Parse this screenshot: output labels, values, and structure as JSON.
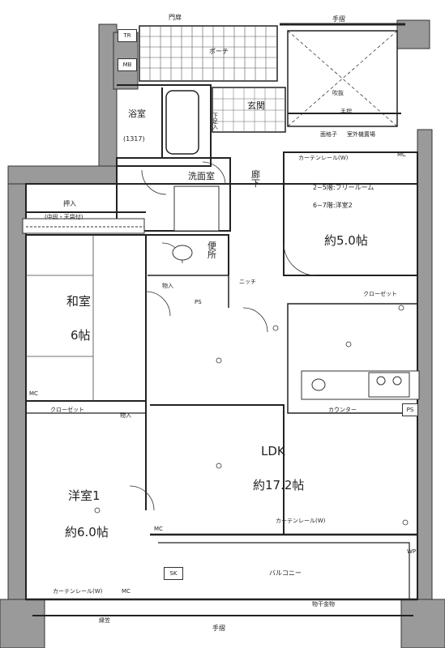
{
  "labels": {
    "mon": "門扉",
    "porch": "ポーチ",
    "tr": "TR",
    "mb": "MB",
    "tesuri_top": "手摺",
    "fukinuke": "吹抜",
    "tesuri_mid": "手摺",
    "koushi": "面格子",
    "shitsugai": "室外機置場",
    "bath": "浴室",
    "bath_size": "(1317)",
    "genkan": "玄関",
    "getabako": "下足入",
    "senmen": "洗面室",
    "rouka": "廊 下",
    "curtain_free": "カーテンレール(W)",
    "mc_free": "MC",
    "free_line1": "2~5階:フリールーム",
    "free_line2": "6~7階:洋室2",
    "free_size": "約5.0帖",
    "oshiire": "押入",
    "oshiire_sub": "(中段・天袋付)",
    "toilet": "便所",
    "washitsu": "和室",
    "washitsu_size": "6帖",
    "monoire1": "物入",
    "ps_small": "PS",
    "shikkin": "ニッチ",
    "closet_free": "クローゼット",
    "counter": "カウンター",
    "ps_right": "PS",
    "mc_washitsu": "MC",
    "closet_yo": "クローゼット",
    "monoire2": "物入",
    "ldk": "LDK",
    "ldk_size": "約17.2帖",
    "yo1": "洋室1",
    "yo1_size": "約6.0帖",
    "curtain_ldk": "カーテンレール(W)",
    "mc_ldk": "MC",
    "mc_yo": "MC",
    "curtain_yo": "カーテンレール(W)",
    "balcony": "バルコニー",
    "monohoshi": "物干金物",
    "sk": "SK",
    "wp": "WP",
    "ensaki": "縁笠",
    "tesuri_bottom": "手摺"
  }
}
